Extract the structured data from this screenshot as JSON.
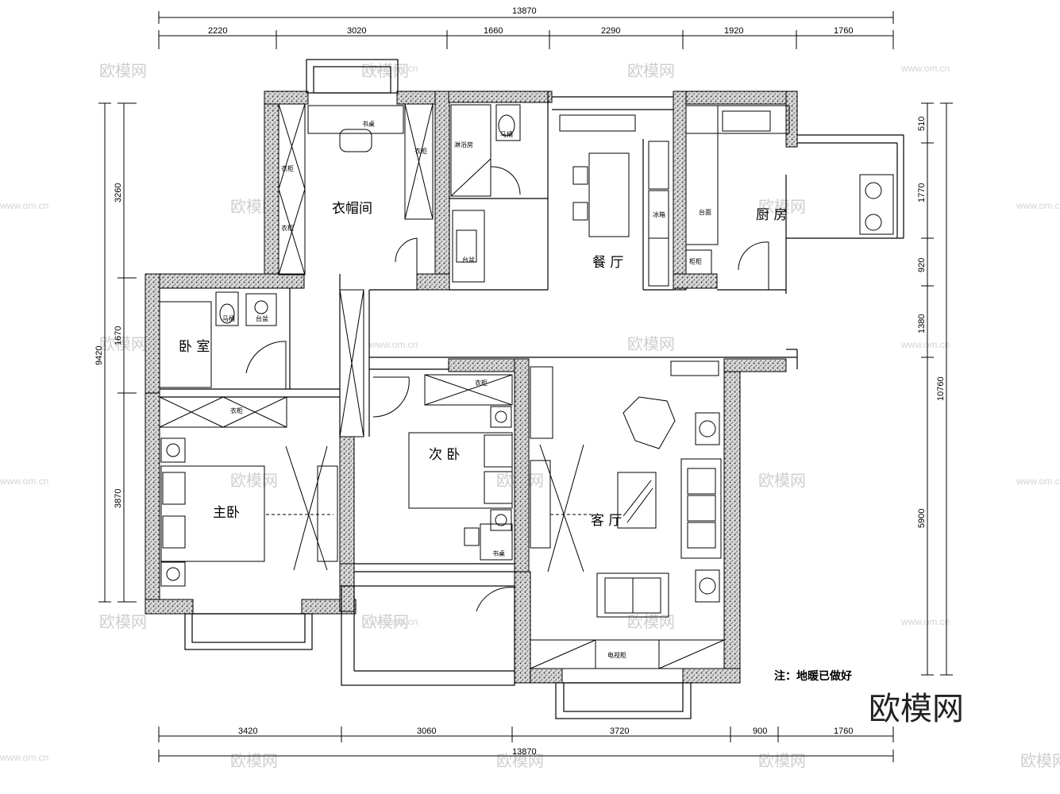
{
  "dimensions": {
    "top_total": "13870",
    "top_segments": [
      "2220",
      "3020",
      "1660",
      "2290",
      "1920",
      "1760"
    ],
    "bottom_total": "13870",
    "bottom_segments": [
      "3420",
      "3060",
      "3720",
      "900",
      "1760"
    ],
    "left_outer": "9420",
    "left_segments": [
      "3260",
      "1670",
      "3870"
    ],
    "right_outer": "10760",
    "right_segments": [
      "510",
      "1770",
      "920",
      "1380",
      "5900"
    ]
  },
  "rooms": {
    "walk_in_closet": "衣帽间",
    "dining": "餐 厅",
    "kitchen": "厨 房",
    "bath": "卧 室",
    "master_bedroom": "主卧",
    "second_bedroom": "次 卧",
    "living_room": "客 厅"
  },
  "fixtures": {
    "desk": "书桌",
    "cabinet": "衣柜",
    "shower": "淋浴房",
    "toilet": "马桶",
    "basin": "台盆",
    "fridge": "冰箱",
    "counter": "台面",
    "tall_cabinet": "柜柜",
    "tv_cabinet": "电视柜",
    "wardrobe": "衣柜",
    "study_desk": "书桌"
  },
  "note": "注：地暖已做好",
  "brand": "欧模网",
  "watermark": "欧模网",
  "watermark_url": "www.om.cn",
  "colors": {
    "wall_fill": "#8c8c8c",
    "line": "#000000",
    "watermark": "#cfcfcf"
  }
}
